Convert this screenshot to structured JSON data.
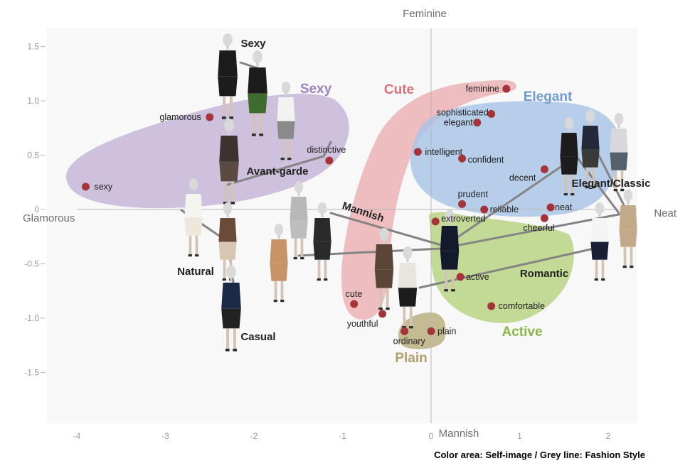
{
  "chart_data": {
    "type": "scatter",
    "xlim": [
      -4.0,
      2.3
    ],
    "ylim": [
      -1.95,
      1.65
    ],
    "x_ticks": [
      -4,
      -3,
      -2,
      -1,
      0,
      1,
      2
    ],
    "y_ticks": [
      1.5,
      1.0,
      0.5,
      0,
      -0.5,
      -1.0,
      -1.5
    ],
    "x_tick_labels": [
      "-4",
      "-3",
      "-2",
      "-1",
      "0",
      "1",
      "2"
    ],
    "y_tick_labels": [
      "1.5",
      "1.0",
      "0.5",
      "0",
      "-0.5",
      "-1.0",
      "-1.5"
    ],
    "axis_ends": {
      "top": "Feminine",
      "bottom": "Mannish",
      "left": "Glamorous",
      "right": "Neat"
    },
    "caption": "Color area: Self-image  /  Grey line: Fashion Style",
    "points": [
      {
        "label": "sexy",
        "x": -3.9,
        "y": 0.21
      },
      {
        "label": "glamorous",
        "x": -2.5,
        "y": 0.85
      },
      {
        "label": "distinctive",
        "x": -1.15,
        "y": 0.45
      },
      {
        "label": "feminine",
        "x": 0.85,
        "y": 1.11
      },
      {
        "label": "sophisticated",
        "x": 0.68,
        "y": 0.88
      },
      {
        "label": "elegant",
        "x": 0.52,
        "y": 0.8
      },
      {
        "label": "intelligent",
        "x": -0.15,
        "y": 0.53
      },
      {
        "label": "confident",
        "x": 0.35,
        "y": 0.47
      },
      {
        "label": "decent",
        "x": 1.28,
        "y": 0.37
      },
      {
        "label": "prudent",
        "x": 0.35,
        "y": 0.05
      },
      {
        "label": "reliable",
        "x": 0.6,
        "y": 0.0
      },
      {
        "label": "neat",
        "x": 1.35,
        "y": 0.02
      },
      {
        "label": "extroverted",
        "x": 0.05,
        "y": -0.11
      },
      {
        "label": "cheerful",
        "x": 1.28,
        "y": -0.08
      },
      {
        "label": "active",
        "x": 0.33,
        "y": -0.62
      },
      {
        "label": "comfortable",
        "x": 0.68,
        "y": -0.89
      },
      {
        "label": "cute",
        "x": -0.87,
        "y": -0.87
      },
      {
        "label": "youthful",
        "x": -0.55,
        "y": -0.96
      },
      {
        "label": "plain",
        "x": 0.0,
        "y": -1.12
      },
      {
        "label": "ordinary",
        "x": -0.3,
        "y": -1.12
      }
    ],
    "point_color": "#a4343a",
    "regions": [
      {
        "name": "Sexy",
        "color": "#b9a6d2"
      },
      {
        "name": "Cute",
        "color": "#e69a9c"
      },
      {
        "name": "Elegant",
        "color": "#a8c4e6"
      },
      {
        "name": "Active",
        "color": "#b4d07a"
      },
      {
        "name": "Plain",
        "color": "#b1a36b"
      }
    ],
    "region_label_colors": {
      "Sexy": "#9b83bf",
      "Cute": "#d9707a",
      "Elegant": "#6e9bd3",
      "Active": "#8ab748",
      "Plain": "#b0a070"
    },
    "fashion_styles": [
      "Sexy",
      "Avant-garde",
      "Natural",
      "Casual",
      "Mannish",
      "Elegant/Classic",
      "Romantic"
    ]
  },
  "icons": [
    "dress-form-figure-icon"
  ]
}
